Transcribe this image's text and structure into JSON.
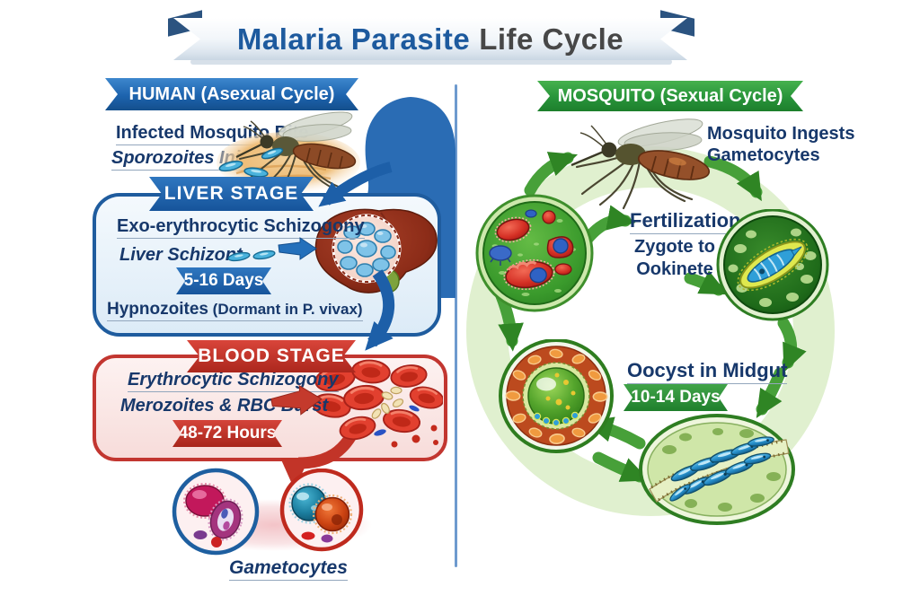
{
  "title": {
    "part1": "Malaria Parasite",
    "part2": "Life Cycle"
  },
  "human": {
    "banner": "HUMAN (Asexual Cycle)",
    "bite_line1": "Infected Mosquito Bite",
    "bite_line2": "Sporozoites Injected",
    "liver": {
      "ribbon": "LIVER STAGE",
      "line1": "Exo-erythrocytic Schizogony",
      "line2": "Liver Schizont",
      "badge": "5-16 Days",
      "line3_bold": "Hypnozoites",
      "line3_rest": " (Dormant in P. vivax)"
    },
    "blood": {
      "ribbon": "BLOOD STAGE",
      "line1": "Erythrocytic Schizogony",
      "line2": "Merozoites & RBC Burst",
      "badge": "48-72 Hours"
    },
    "gametocytes_label": "Gametocytes"
  },
  "mosquito": {
    "banner": "MOSQUITO (Sexual Cycle)",
    "ingests_line1": "Mosquito Ingests",
    "ingests_line2": "Gametocytes",
    "fertilization": "Fertilization",
    "zygote_line1": "Zygote to",
    "zygote_line2": "Ookinete",
    "oocyst_label": "Oocyst in Midgut",
    "oocyst_badge": "10-14 Days"
  },
  "colors": {
    "human_blue": "#1d5fa8",
    "mosquito_green": "#2f8c2a",
    "blood_red": "#c0392b",
    "navy_text": "#17386b",
    "title_blue": "#1d5a9e",
    "title_gray": "#474747"
  },
  "illustrations": [
    "mosquito-bite-scene",
    "human-head-silhouette",
    "liver-with-schizont",
    "red-blood-cells-burst",
    "gametocyte-cells",
    "mosquito-feeding",
    "gametes-in-gut-circle",
    "ookinete-circle",
    "oocyst-circle",
    "sporozoites-circle"
  ]
}
